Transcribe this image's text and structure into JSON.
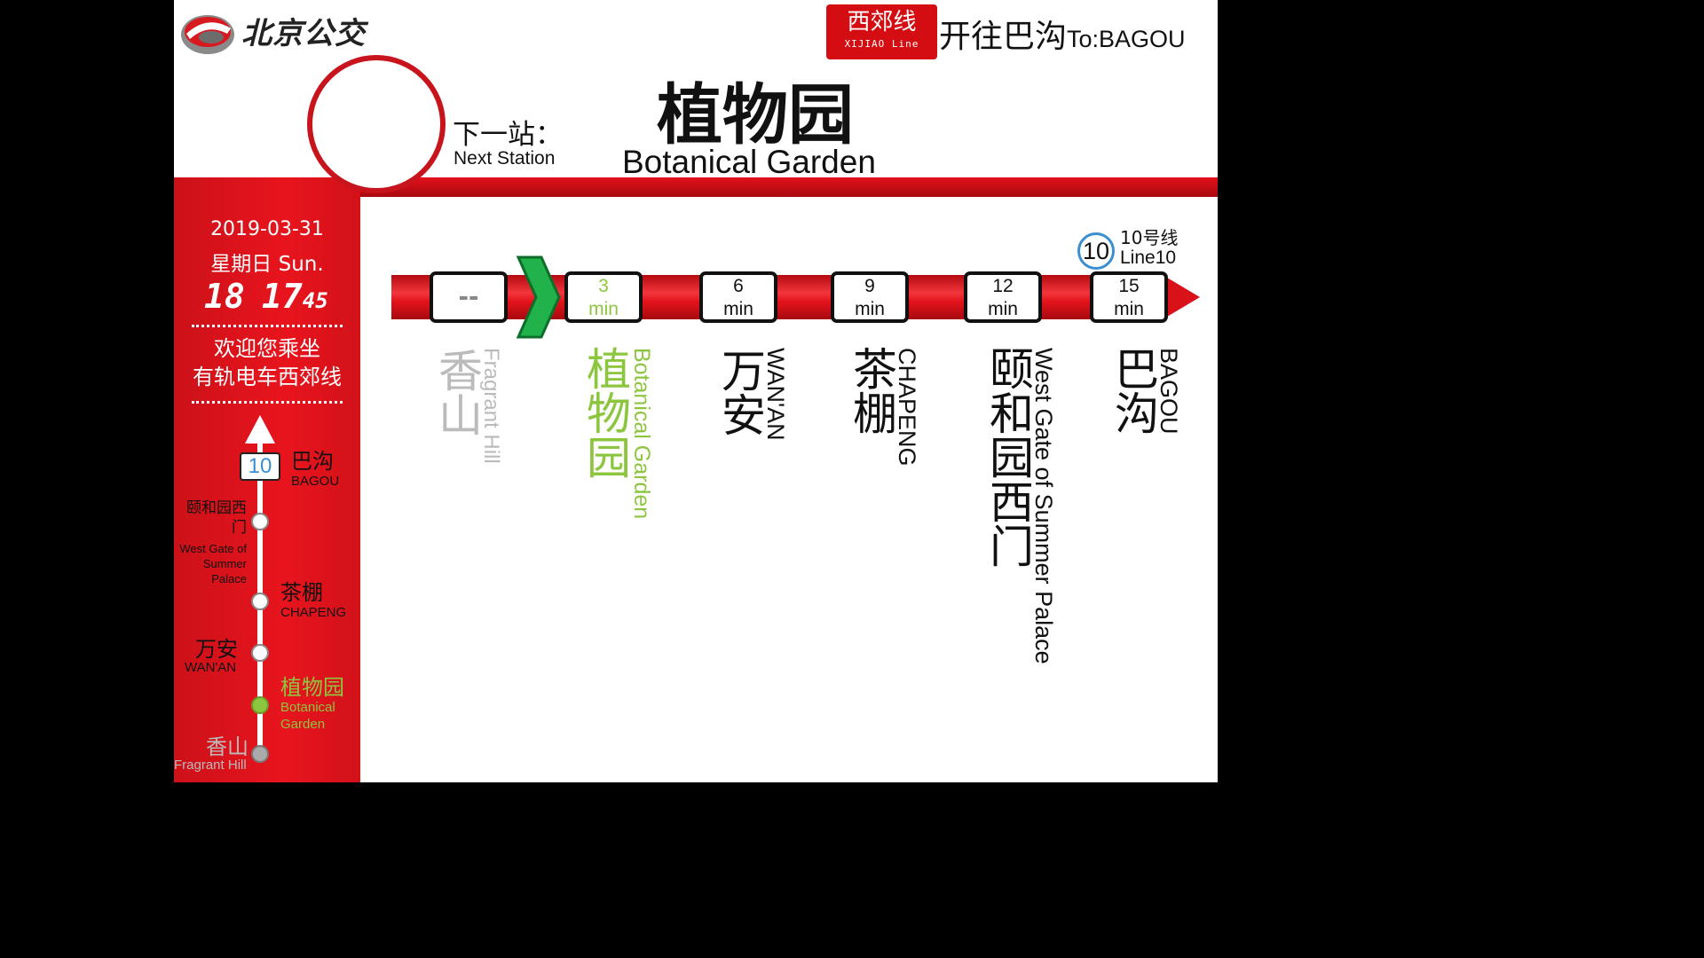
{
  "header": {
    "logo_text": "北京公交",
    "line_badge_cn": "西郊线",
    "line_badge_en": "XIJIAO Line",
    "dest_cn": "开往巴沟",
    "dest_en": "To:BAGOU"
  },
  "next": {
    "label_cn": "下一站：",
    "label_en": "Next Station",
    "station_cn": "植物园",
    "station_en": "Botanical Garden"
  },
  "sidebar": {
    "date": "2019-03-31",
    "weekday": "星期日 Sun.",
    "clock_h": "18",
    "clock_m": "17",
    "clock_s": "45",
    "welcome_line1": "欢迎您乘坐",
    "welcome_line2": "有轨电车西郊线",
    "transfer_badge": "10",
    "map_stations": [
      {
        "cn": "巴沟",
        "en": "BAGOU"
      },
      {
        "cn": "颐和园西门",
        "en": "West Gate of Summer Palace"
      },
      {
        "cn": "茶棚",
        "en": "CHAPENG"
      },
      {
        "cn": "万安",
        "en": "WAN'AN"
      },
      {
        "cn": "植物园",
        "en": "Botanical Garden"
      },
      {
        "cn": "香山",
        "en": "Fragrant Hill"
      }
    ]
  },
  "route": {
    "transfer_badge": "10",
    "transfer_cn": "10号线",
    "transfer_en": "Line10",
    "stops": [
      {
        "cn": "香山",
        "en": "Fragrant Hill",
        "time": "--",
        "unit": "",
        "state": "passed"
      },
      {
        "cn": "植物园",
        "en": "Botanical Garden",
        "time": "3",
        "unit": "min",
        "state": "current"
      },
      {
        "cn": "万安",
        "en": "WAN'AN",
        "time": "6",
        "unit": "min",
        "state": "upcoming"
      },
      {
        "cn": "茶棚",
        "en": "CHAPENG",
        "time": "9",
        "unit": "min",
        "state": "upcoming"
      },
      {
        "cn": "颐和园西门",
        "en": "West Gate of Summer Palace",
        "time": "12",
        "unit": "min",
        "state": "upcoming"
      },
      {
        "cn": "巴沟",
        "en": "BAGOU",
        "time": "15",
        "unit": "min",
        "state": "upcoming"
      }
    ]
  },
  "colors": {
    "brand_red": "#d40d12",
    "current_green": "#8cc63f",
    "passed_grey": "#bbbbbb",
    "line10_blue": "#3a8fd0"
  }
}
